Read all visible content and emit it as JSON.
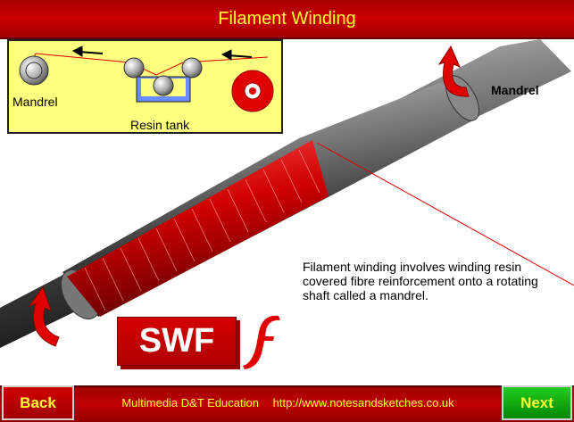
{
  "header": {
    "title": "Filament Winding"
  },
  "inset": {
    "mandrel_label": "Mandrel",
    "resin_tank_label": "Resin tank"
  },
  "main": {
    "mandrel_label": "Mandrel",
    "description": "Filament winding involves winding resin covered fibre reinforcement onto a rotating shaft called a mandrel.",
    "swf_badge": "SWF"
  },
  "footer": {
    "back_label": "Back",
    "next_label": "Next",
    "brand": "Multimedia D&T Education",
    "url": "http://www.notesandsketches.co.uk"
  },
  "colors": {
    "title_bar": "#c00000",
    "title_text": "#ffff33",
    "inset_background": "#ffff80",
    "fibre": "#e00000",
    "next_button": "#11aa11"
  }
}
